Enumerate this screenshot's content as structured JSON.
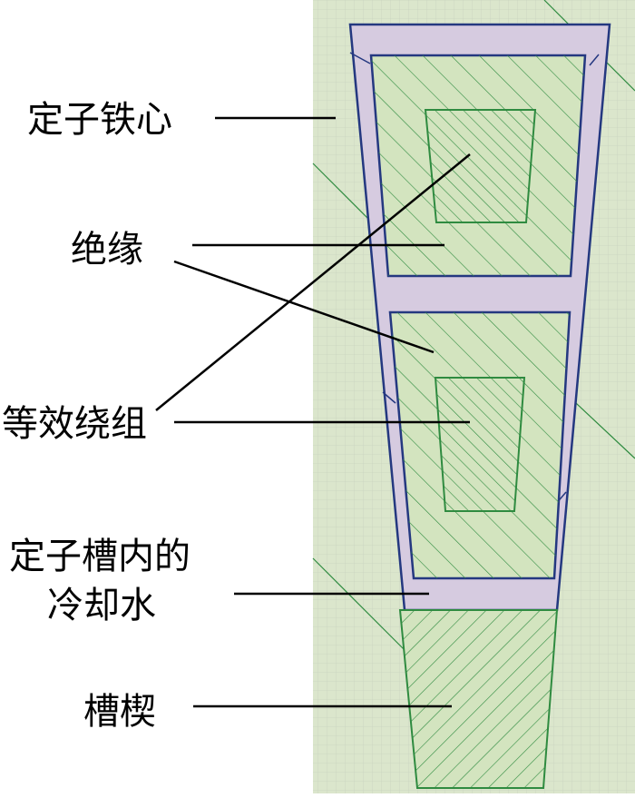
{
  "diagram": {
    "labels": {
      "stator_core": "定子铁心",
      "insulation": "绝缘",
      "equivalent_winding": "等效绕组",
      "cooling_water_line1": "定子槽内的",
      "cooling_water_line2": "冷却水",
      "slot_wedge": "槽楔"
    },
    "colors": {
      "background_grid_area": "#dbe6cc",
      "grid_line": "#c4cfbb",
      "slot_fill": "#d6cbe0",
      "slot_outline": "#243880",
      "winding_fill": "#d3e4bf",
      "hatch": "#2f8b40",
      "leader_line": "#000000"
    }
  }
}
